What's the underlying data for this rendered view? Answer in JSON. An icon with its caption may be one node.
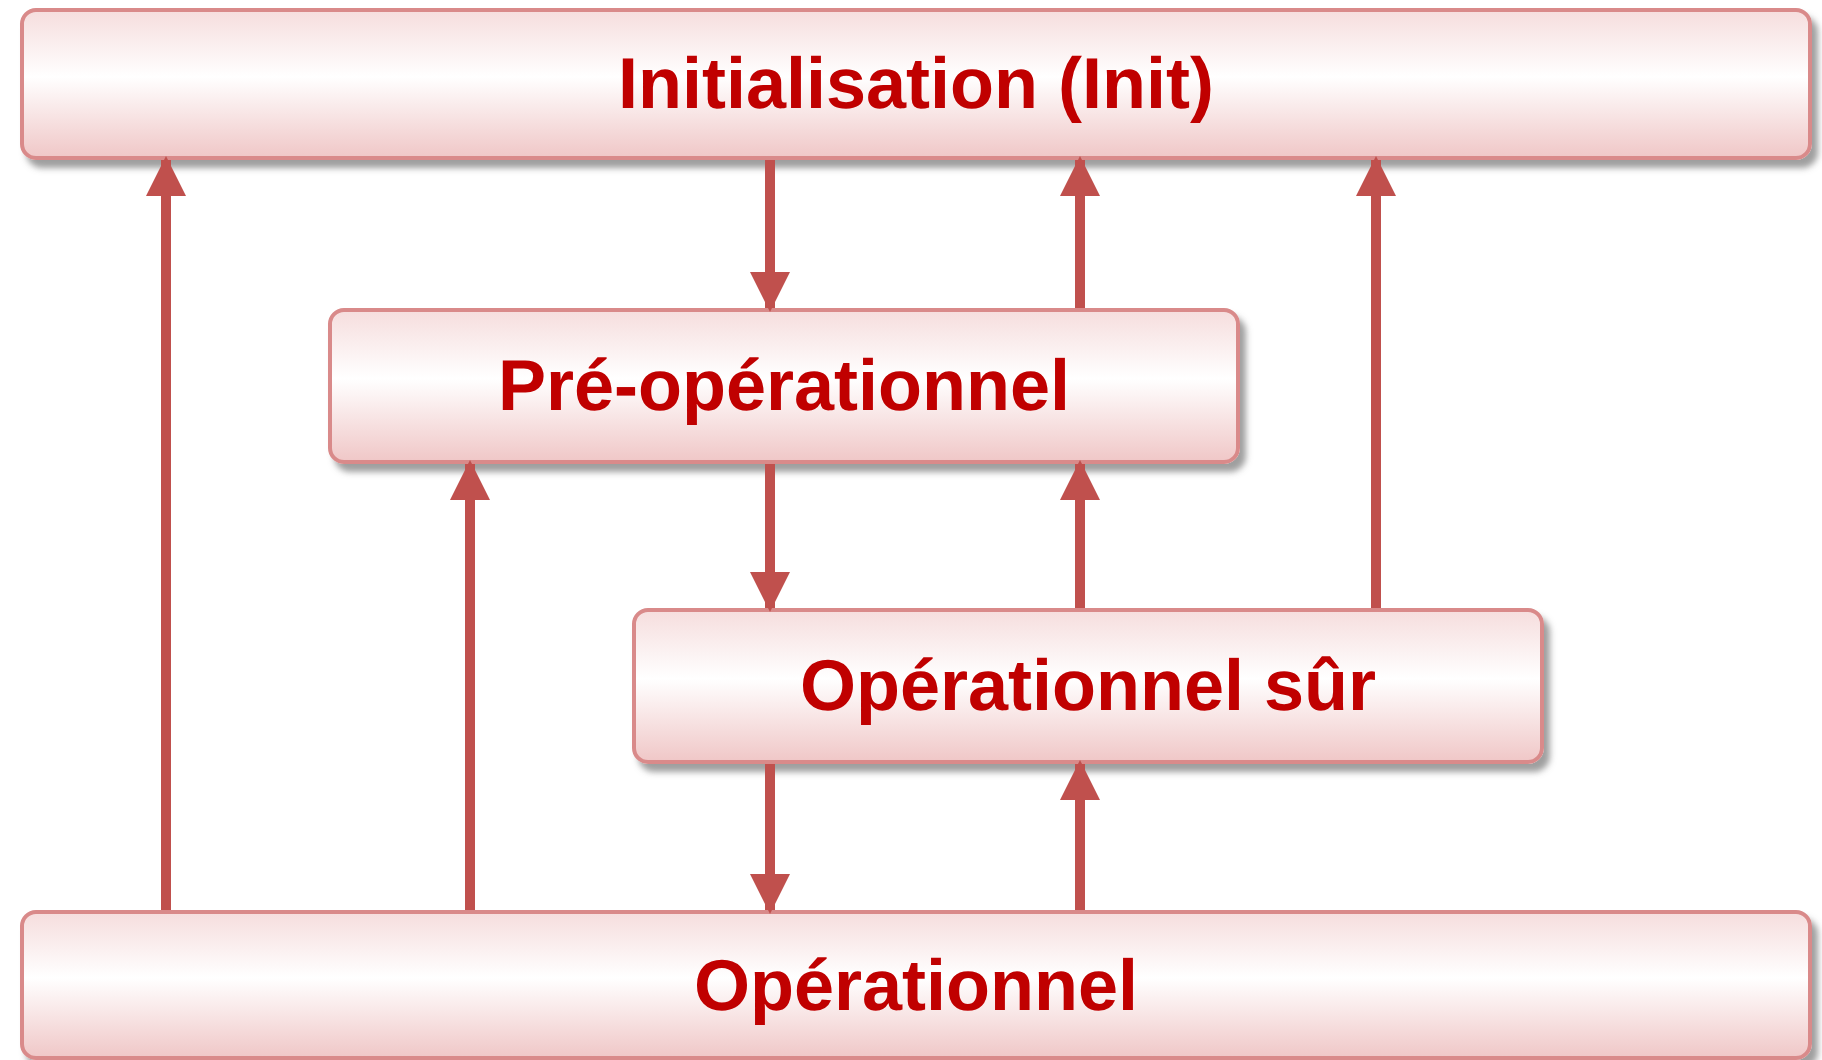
{
  "diagram": {
    "nodes": [
      {
        "text": [
          "Initialisation (Init)"
        ]
      },
      {
        "text": [
          "Pré-opérationnel"
        ]
      },
      {
        "text": [
          "Opérationnel sûr"
        ]
      },
      {
        "text": [
          "Opérationnel"
        ]
      }
    ],
    "edges": [
      {
        "from": 0,
        "to": 1,
        "arrow": "to"
      },
      {
        "from": 1,
        "to": 0,
        "arrow": "to"
      },
      {
        "from": 2,
        "to": 0,
        "arrow": "to"
      },
      {
        "from": 3,
        "to": 0,
        "arrow": "to"
      },
      {
        "from": 1,
        "to": 2,
        "arrow": "to"
      },
      {
        "from": 2,
        "to": 1,
        "arrow": "to"
      },
      {
        "from": 3,
        "to": 1,
        "arrow": "to"
      },
      {
        "from": 2,
        "to": 3,
        "arrow": "to"
      },
      {
        "from": 3,
        "to": 2,
        "arrow": "to"
      }
    ]
  }
}
